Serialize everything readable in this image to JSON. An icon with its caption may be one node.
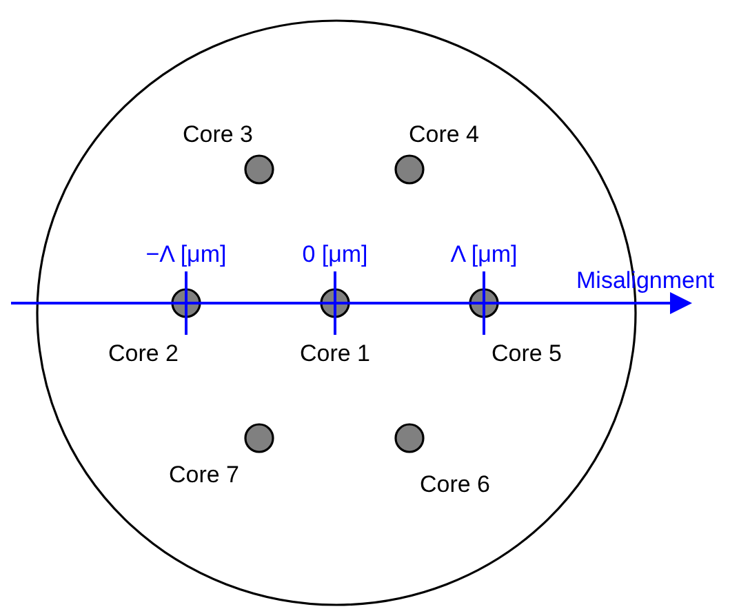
{
  "diagram": {
    "nodes": [
      {
        "text": [],
        "shape": "circle"
      },
      {
        "text": [],
        "shape": "circle",
        "beside": [
          "Core 3"
        ],
        "in": 0
      },
      {
        "text": [],
        "shape": "circle",
        "beside": [
          "Core 4"
        ],
        "in": 0
      },
      {
        "text": [],
        "shape": "circle",
        "beside": [
          "Core 2"
        ],
        "in": 0
      },
      {
        "text": [],
        "shape": "circle",
        "beside": [
          "Core 1"
        ],
        "in": 0
      },
      {
        "text": [],
        "shape": "circle",
        "beside": [
          "Core 5"
        ],
        "in": 0
      },
      {
        "text": [],
        "shape": "circle",
        "beside": [
          "Core 7"
        ],
        "in": 0
      },
      {
        "text": [],
        "shape": "circle",
        "beside": [
          "Core 6"
        ],
        "in": 0
      }
    ],
    "labels": [
      "−Λ [μm]",
      "0 [μm]",
      "Λ [μm]",
      "Misalignment"
    ]
  }
}
